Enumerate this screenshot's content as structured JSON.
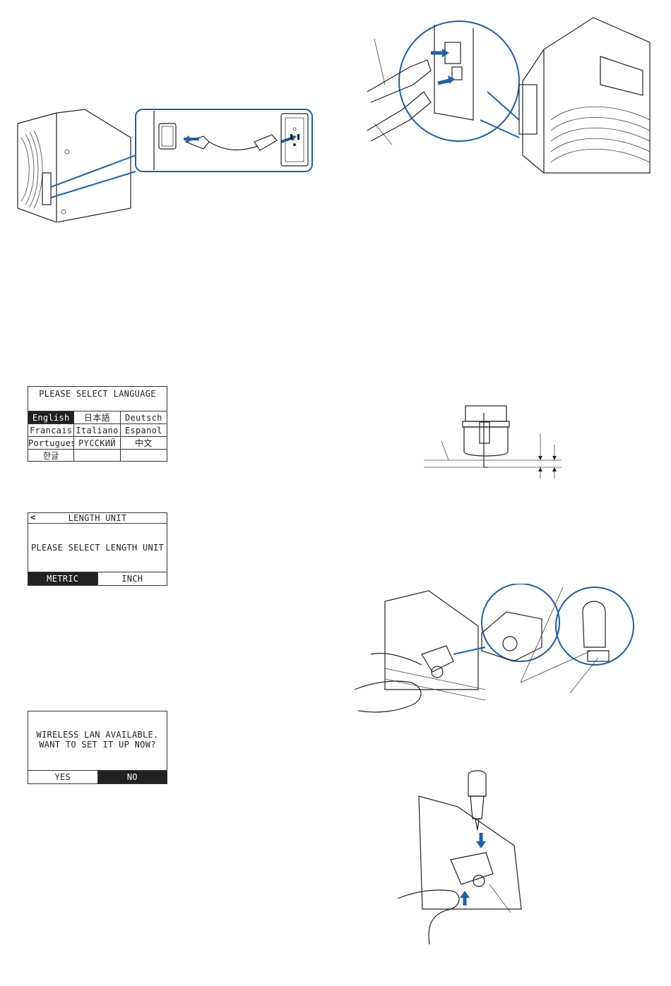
{
  "lang_screen": {
    "title": "PLEASE SELECT LANGUAGE",
    "options": [
      "English",
      "日本語",
      "Deutsch",
      "Francais",
      "Italiano",
      "Espanol",
      "Portugues",
      "PYCCKИЙ",
      "中文",
      "한글",
      "",
      ""
    ],
    "selected": "English"
  },
  "unit_screen": {
    "back_glyph": "<",
    "title": "LENGTH UNIT",
    "message": "PLEASE SELECT LENGTH UNIT",
    "options": [
      "METRIC",
      "INCH"
    ],
    "selected": "METRIC"
  },
  "wlan_screen": {
    "line1": "WIRELESS LAN AVAILABLE.",
    "line2": "WANT TO SET IT UP NOW?",
    "options": [
      "YES",
      "NO"
    ],
    "selected": "NO"
  },
  "colors": {
    "accent": "#1f5fa8",
    "line": "#222222",
    "lcd_selected_bg": "#222222"
  }
}
